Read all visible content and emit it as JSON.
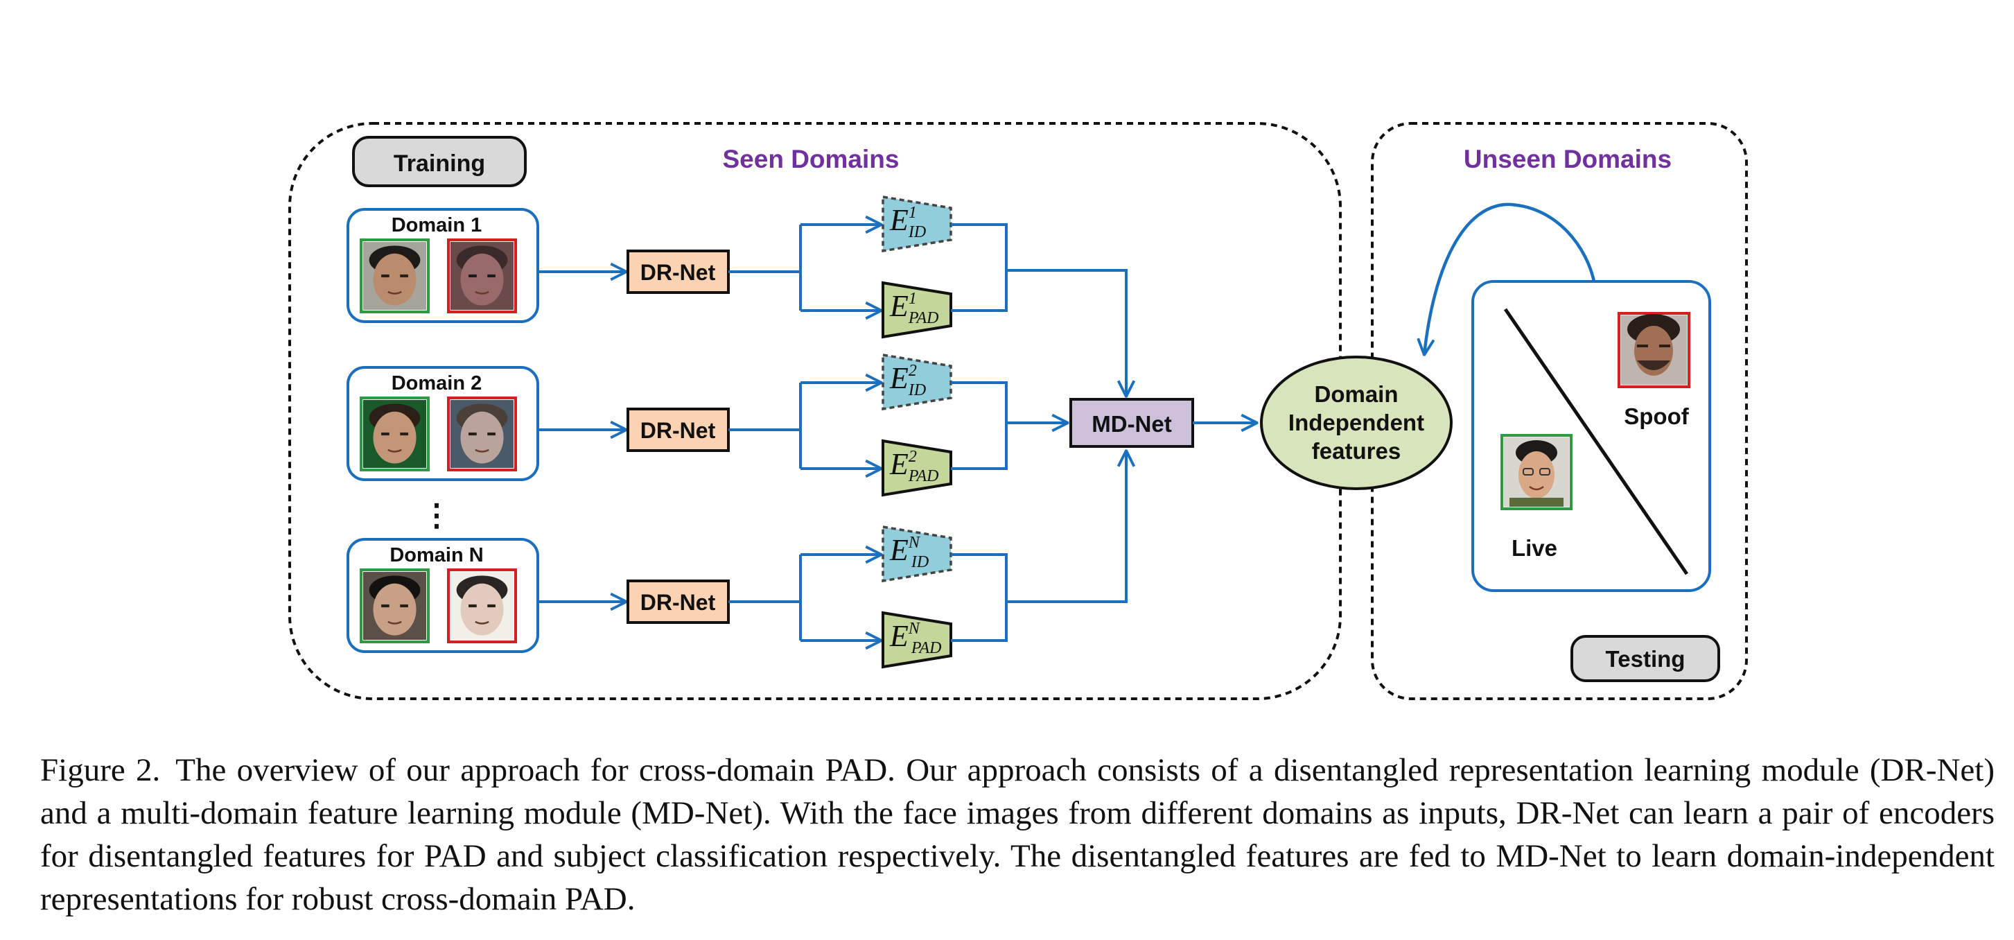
{
  "training_panel": {
    "tag": "Training",
    "title": "Seen Domains"
  },
  "testing_panel": {
    "tag": "Testing",
    "title": "Unseen Domains",
    "live_label": "Live",
    "spoof_label": "Spoof"
  },
  "domains": [
    {
      "label": "Domain 1",
      "net": "DR-Net",
      "sup": "1"
    },
    {
      "label": "Domain 2",
      "net": "DR-Net",
      "sup": "2"
    },
    {
      "label": "Domain N",
      "net": "DR-Net",
      "sup": "N"
    }
  ],
  "ellipsis": "⋮",
  "encoder_base": "E",
  "encoder_sub_id": "ID",
  "encoder_sub_pad": "PAD",
  "md_net": "MD-Net",
  "features": {
    "line1": "Domain",
    "line2": "Independent",
    "line3": "features"
  },
  "caption": {
    "label": "Figure 2.",
    "text": "The overview of our approach for cross-domain PAD. Our approach consists of a disentangled representation learning module (DR-Net) and a multi-domain feature learning module (MD-Net). With the face images from different domains as inputs, DR-Net can learn a pair of encoders for disentangled features for PAD and subject classification respectively. The disentangled features are fed to MD-Net to learn domain-independent representations for robust cross-domain PAD."
  },
  "colors": {
    "arrow": "#1a6fbf",
    "domain_border": "#1a6fbf",
    "drnet_fill": "#fbd3b3",
    "id_encoder_fill": "#92cddc",
    "pad_encoder_fill": "#c4d79b",
    "mdnet_fill": "#ccc0da",
    "features_fill": "#d8e4bc",
    "tag_fill": "#d9d9d9",
    "title_purple": "#7030a0",
    "live_border": "#2e9a44",
    "spoof_border": "#d62020"
  }
}
